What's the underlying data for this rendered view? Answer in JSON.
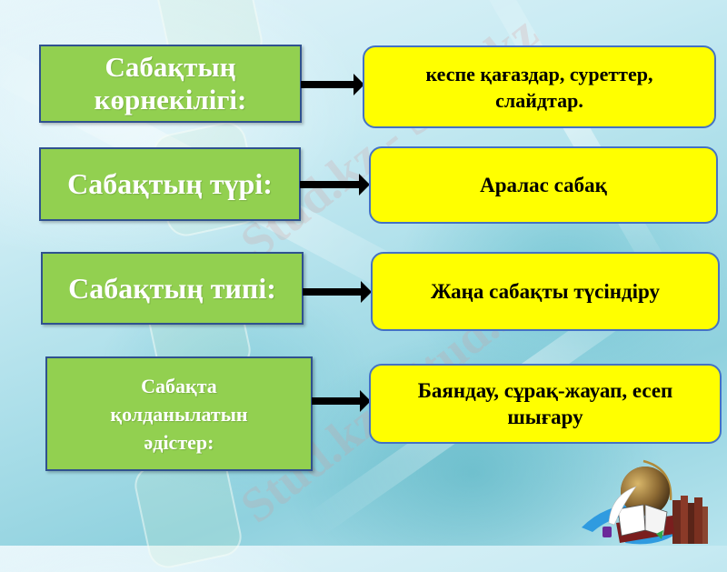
{
  "slide": {
    "background_color": "#a8dde8",
    "watermark_text": "Stud.kz - Stud.kz",
    "rows": [
      {
        "label": "Сабақтың көрнекілігі:",
        "label_lines": [
          "Сабақтың",
          "көрнекілігі:"
        ],
        "value": "кеспе қағаздар, суреттер, слайдтар.",
        "value_lines": [
          "кеспе қағаздар, суреттер,",
          "слайдтар."
        ]
      },
      {
        "label": "Сабақтың түрі:",
        "label_lines": [
          "Сабақтың түрі:"
        ],
        "value": "Аралас сабақ",
        "value_lines": [
          "Аралас сабақ"
        ]
      },
      {
        "label": "Сабақтың типі:",
        "label_lines": [
          "Сабақтың типі:"
        ],
        "value": "Жаңа сабақты түсіндіру",
        "value_lines": [
          "Жаңа сабақты түсіндіру"
        ]
      },
      {
        "label": "Сабақта қолданылатын әдістер:",
        "label_lines": [
          "Сабақта",
          "қолданылатын",
          "әдістер:"
        ],
        "value": "Баяндау, сұрақ-жауап, есеп шығару",
        "value_lines": [
          "Баяндау, сұрақ-жауап, есеп",
          "шығару"
        ]
      }
    ],
    "colors": {
      "label_box_fill": "#92d050",
      "label_box_border": "#2f528f",
      "value_box_fill": "#ffff00",
      "value_box_border": "#4472c4",
      "arrow": "#000000"
    },
    "decoration": {
      "icon": "globe-books-clipart"
    }
  }
}
